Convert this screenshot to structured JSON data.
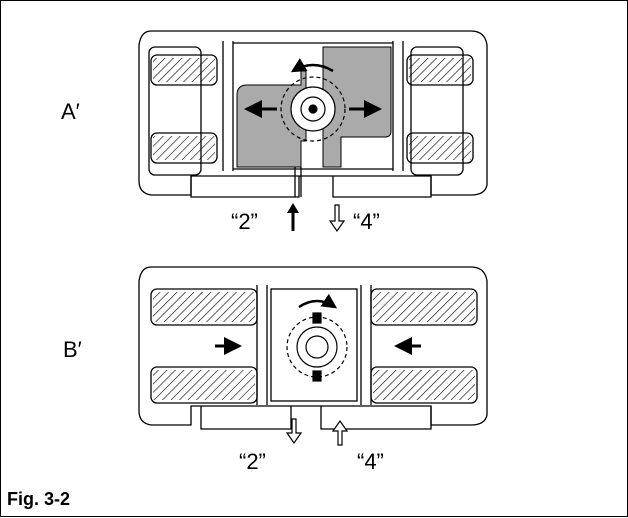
{
  "figure": {
    "caption": "Fig. 3-2",
    "panels": [
      {
        "label": "A′",
        "port_left": "“2”",
        "port_right": "“4”"
      },
      {
        "label": "B′",
        "port_left": "“2”",
        "port_right": "“4”"
      }
    ]
  }
}
